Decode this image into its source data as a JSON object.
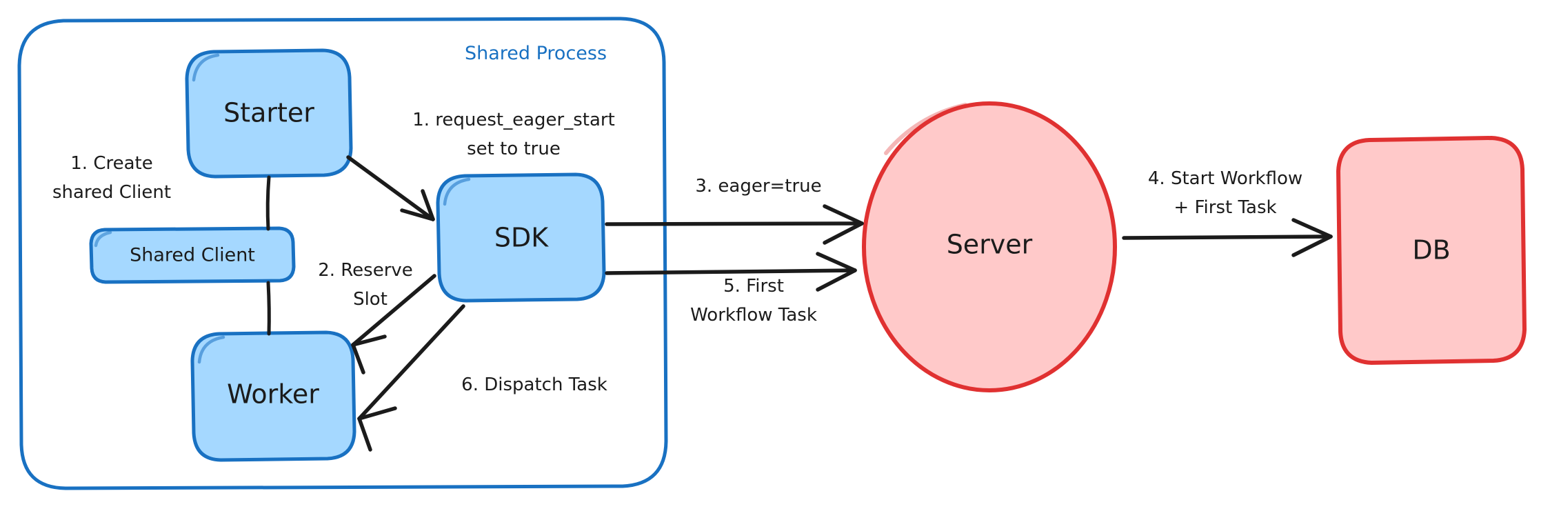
{
  "diagram": {
    "title_group": "Shared Process",
    "nodes": {
      "starter": "Starter",
      "shared_client": "Shared Client",
      "worker": "Worker",
      "sdk": "SDK",
      "server": "Server",
      "db": "DB"
    },
    "edge_labels": {
      "create_shared_client_line1": "1. Create",
      "create_shared_client_line2": "shared Client",
      "request_eager_start_line1": "1. request_eager_start",
      "request_eager_start_line2": "set to true",
      "reserve_slot_line1": "2. Reserve",
      "reserve_slot_line2": "Slot",
      "eager_true": "3. eager=true",
      "start_workflow_line1": "4. Start Workflow",
      "start_workflow_line2": "+ First Task",
      "first_workflow_task_line1": "5. First",
      "first_workflow_task_line2": "Workflow Task",
      "dispatch_task": "6. Dispatch Task"
    },
    "colors": {
      "blue_fill": "#a5d8ff",
      "blue_stroke": "#1971c2",
      "red_fill": "#ffc9c9",
      "red_stroke": "#e03131",
      "ink": "#1b1b1b",
      "background": "#ffffff"
    }
  }
}
